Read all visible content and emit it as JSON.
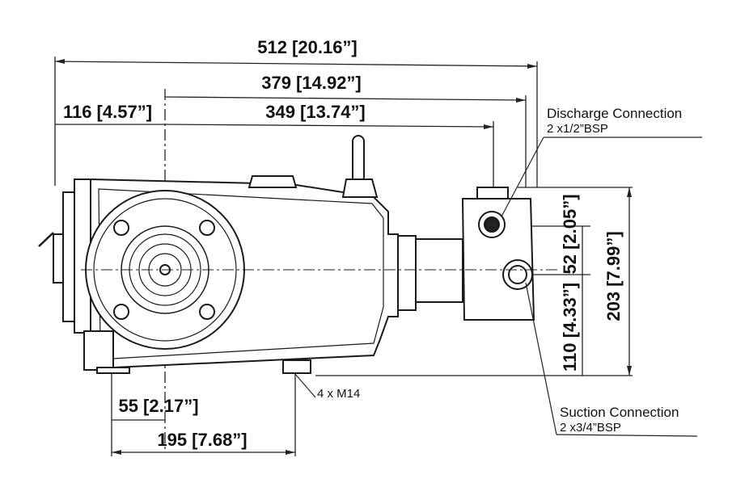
{
  "dimensions": {
    "overall_length": "512 [20.16”]",
    "length_379": "379 [14.92”]",
    "length_349": "349 [13.74”]",
    "offset_116": "116 [4.57”]",
    "offset_55": "55 [2.17”]",
    "base_195": "195 [7.68”]",
    "height_203": "203 [7.99”]",
    "height_110": "110 [4.33”]",
    "height_52": "52 [2.05”]"
  },
  "labels": {
    "discharge_title": "Discharge Connection",
    "discharge_spec": "2 x1/2”BSP",
    "suction_title": "Suction Connection",
    "suction_spec": "2 x3/4”BSP",
    "mounting": "4 x M14"
  }
}
